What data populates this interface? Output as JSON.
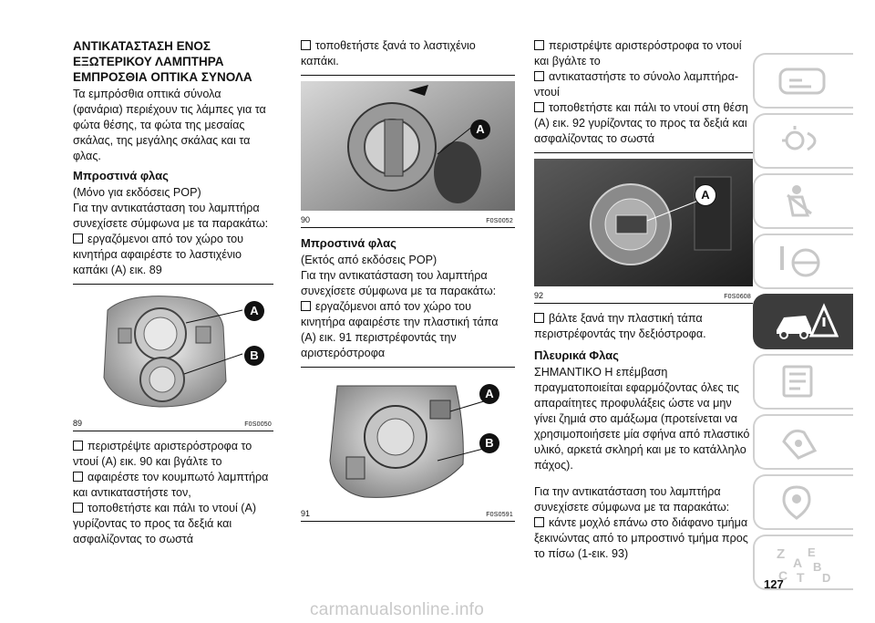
{
  "page_number": "127",
  "watermark": "carmanualsonline.info",
  "col1": {
    "heading": "ΑΝΤΙΚΑΤΑΣΤΑΣΗ ΕΝΟΣ ΕΞΩΤΕΡΙΚΟΥ ΛΑΜΠΤΗΡΑ ΕΜΠΡΟΣΘΙΑ ΟΠΤΙΚΑ ΣΥΝΟΛΑ",
    "intro": "Τα εμπρόσθια οπτικά σύνολα (φανάρια) περιέχουν τις λάμπες για τα φώτα θέσης, τα φώτα της μεσαίας σκάλας, της μεγάλης σκάλας και τα φλας.",
    "sub": "Μπροστινά φλας",
    "sub_note": "(Μόνο για εκδόσεις POP)",
    "para": "Για την αντικατάσταση του λαμπτήρα συνεχίσετε σύμφωνα με τα παρακάτω:",
    "bullet1": "εργαζόμενοι από τον χώρο του κινητήρα αφαιρέστε το λαστιχένιο καπάκι (A) εικ. 89",
    "fig": {
      "number": "89",
      "code": "F0S0050",
      "callout_a": "A",
      "callout_b": "B"
    },
    "bullet2": "περιστρέψτε αριστερόστροφα το ντουί (A) εικ. 90 και βγάλτε το",
    "bullet3": "αφαιρέστε τον κουμπωτό λαμπτήρα και αντικαταστήστε τον,",
    "bullet4": "τοποθετήστε και πάλι το ντουί (A) γυρίζοντας το προς τα δεξιά και ασφαλίζοντας το σωστά"
  },
  "col2": {
    "bullet1": "τοποθετήστε ξανά το λαστιχένιο καπάκι.",
    "fig90": {
      "number": "90",
      "code": "F0S0052",
      "callout_a": "A"
    },
    "sub": "Μπροστινά φλας",
    "sub_note": "(Εκτός από εκδόσεις POP)",
    "para": "Για την αντικατάσταση του λαμπτήρα συνεχίσετε σύμφωνα με τα παρακάτω:",
    "bullet2": "εργαζόμενοι από τον χώρο του κινητήρα αφαιρέστε την πλαστική τάπα (A) εικ. 91 περιστρέφοντάς την αριστερόστροφα",
    "fig91": {
      "number": "91",
      "code": "F0S0591",
      "callout_a": "A",
      "callout_b": "B"
    }
  },
  "col3": {
    "bullet1": "περιστρέψτε αριστερόστροφα το ντουί και βγάλτε το",
    "bullet2": "αντικαταστήστε το σύνολο λαμπτήρα-ντουί",
    "bullet3": "τοποθετήστε και πάλι το ντουί στη θέση (A) εικ. 92 γυρίζοντας το προς τα δεξιά και ασφαλίζοντας το σωστά",
    "fig92": {
      "number": "92",
      "code": "F0S0608",
      "callout_a": "A"
    },
    "bullet4": "βάλτε ξανά την πλαστική τάπα περιστρέφοντάς την δεξιόστροφα.",
    "sub": "Πλευρικά Φλας",
    "para1": "ΣΗΜΑΝΤΙΚΟ Η επέμβαση πραγματοποιείται εφαρμόζοντας όλες τις απαραίτητες προφυλάξεις ώστε να μην γίνει ζημιά στο αμάξωμα (προτείνεται να χρησιμοποιήσετε μία σφήνα από πλαστικό υλικό, αρκετά σκληρή και με το κατάλληλο πάχος).",
    "para2": "Για την αντικατάσταση του λαμπτήρα συνεχίσετε σύμφωνα με τα παρακάτω:",
    "bullet5": "κάντε μοχλό επάνω στο διάφανο τμήμα ξεκινώντας από το μπροστινό τμήμα προς το πίσω (1-εικ. 93)"
  },
  "tabs": [
    {
      "icon": "car-dashboard-icon",
      "active": false
    },
    {
      "icon": "lights-icon",
      "active": false
    },
    {
      "icon": "seat-safety-icon",
      "active": false
    },
    {
      "icon": "steering-wheel-icon",
      "active": false
    },
    {
      "icon": "warning-breakdown-icon",
      "active": true
    },
    {
      "icon": "service-maintenance-icon",
      "active": false
    },
    {
      "icon": "technical-data-icon",
      "active": false
    },
    {
      "icon": "navigation-icon",
      "active": false
    },
    {
      "icon": "index-abc-icon",
      "active": false
    }
  ],
  "index_tab_letters": [
    "Z",
    "E",
    "A",
    "B",
    "C",
    "T",
    "D"
  ]
}
